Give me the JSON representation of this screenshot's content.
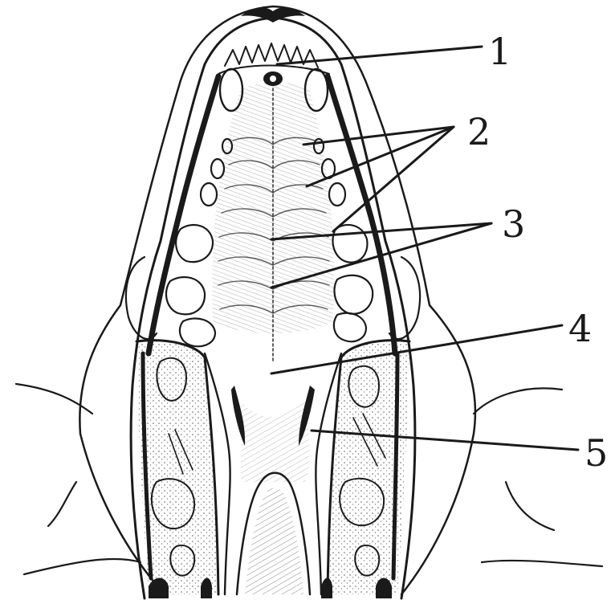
{
  "figure": {
    "labels": [
      {
        "id": "1",
        "text": "1"
      },
      {
        "id": "2",
        "text": "2"
      },
      {
        "id": "3",
        "text": "3"
      },
      {
        "id": "4",
        "text": "4"
      },
      {
        "id": "5",
        "text": "5"
      }
    ]
  },
  "colors": {
    "ink": "#1a1a1a",
    "background": "#ffffff"
  }
}
